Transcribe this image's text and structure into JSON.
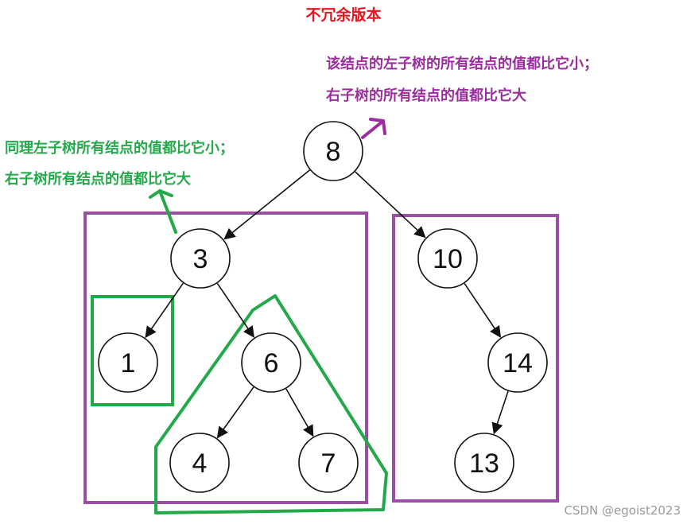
{
  "title": "不冗余版本",
  "colors": {
    "title": "#e8141e",
    "purple": "#9b2c9d",
    "purple_box": "#9a4fa3",
    "green": "#23a84a",
    "node_stroke": "#111111",
    "watermark": "#9a9a9a"
  },
  "notes": {
    "purple": [
      "该结点的左子树的所有结点的值都比它小；",
      "右子树的所有结点的值都比它大"
    ],
    "green": [
      "同理左子树所有结点的值都比它小；",
      "右子树所有结点的值都比它大"
    ]
  },
  "tree": {
    "nodes": [
      {
        "id": "n8",
        "value": "8"
      },
      {
        "id": "n3",
        "value": "3"
      },
      {
        "id": "n10",
        "value": "10"
      },
      {
        "id": "n1",
        "value": "1"
      },
      {
        "id": "n6",
        "value": "6"
      },
      {
        "id": "n14",
        "value": "14"
      },
      {
        "id": "n4",
        "value": "4"
      },
      {
        "id": "n7",
        "value": "7"
      },
      {
        "id": "n13",
        "value": "13"
      }
    ],
    "edges": [
      [
        "n8",
        "n3"
      ],
      [
        "n8",
        "n10"
      ],
      [
        "n3",
        "n1"
      ],
      [
        "n3",
        "n6"
      ],
      [
        "n10",
        "n14"
      ],
      [
        "n6",
        "n4"
      ],
      [
        "n6",
        "n7"
      ],
      [
        "n14",
        "n13"
      ]
    ]
  },
  "watermark": "CSDN @egoist2023"
}
